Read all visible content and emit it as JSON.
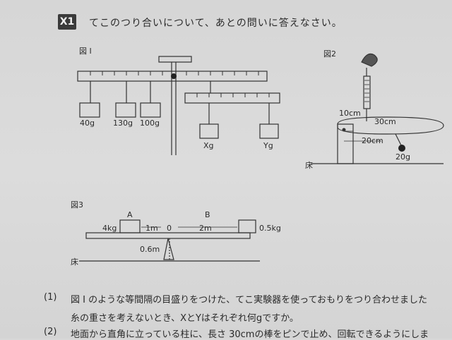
{
  "header": {
    "badge": "X1",
    "title": "てこのつり合いについて、あとの問いに答えなさい。"
  },
  "fig1": {
    "label": "図 I",
    "weights": [
      "40g",
      "130g",
      "100g",
      "Xg",
      "Yg"
    ]
  },
  "fig2": {
    "label": "図2",
    "len_10": "10cm",
    "len_30": "30cm",
    "len_20": "20cm",
    "weight": "20g",
    "floor": "床"
  },
  "fig3": {
    "label": "図3",
    "point_a": "A",
    "point_b": "B",
    "left_weight": "4kg",
    "right_weight": "0.5kg",
    "dist_left": "1m",
    "pivot": "0",
    "dist_right": "2m",
    "height": "0.6m",
    "floor": "床"
  },
  "questions": [
    {
      "num": "(1)",
      "line1": "図 I のような等間隔の目盛りをつけた、てこ実験器を使っておもりをつり合わせました",
      "line2": "糸の重さを考えないとき、XとYはそれぞれ何gですか。"
    },
    {
      "num": "(2)",
      "line1": "地面から直角に立っている柱に、長さ 30cmの棒をピンで止め、回転できるようにしま"
    }
  ]
}
